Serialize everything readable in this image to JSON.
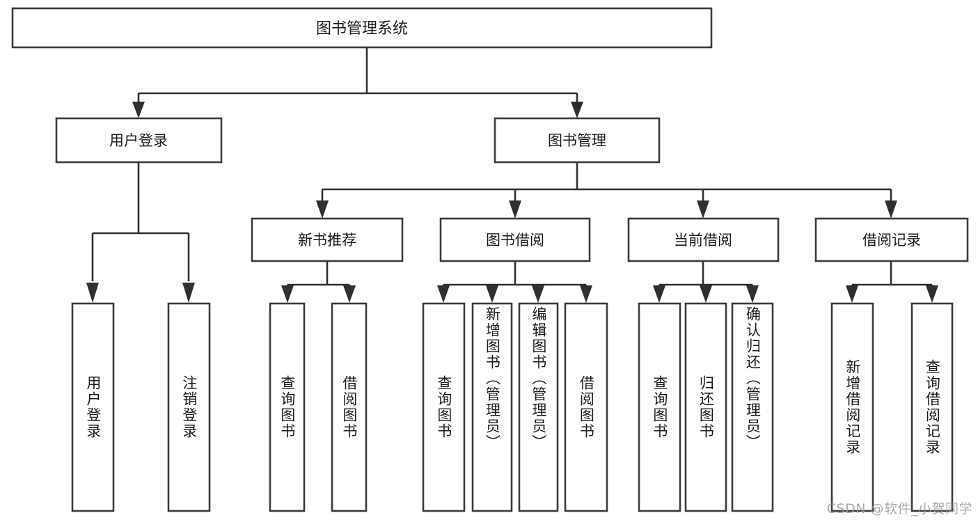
{
  "diagram": {
    "type": "tree",
    "title": "图书管理系统",
    "root": {
      "id": "root",
      "label": "图书管理系统"
    },
    "level2": [
      {
        "id": "user-login",
        "label": "用户登录"
      },
      {
        "id": "book-manage",
        "label": "图书管理"
      }
    ],
    "level3": [
      {
        "id": "new-book-rec",
        "label": "新书推荐",
        "parent": "book-manage"
      },
      {
        "id": "book-borrow",
        "label": "图书借阅",
        "parent": "book-manage"
      },
      {
        "id": "current-borrow",
        "label": "当前借阅",
        "parent": "book-manage"
      },
      {
        "id": "borrow-record",
        "label": "借阅记录",
        "parent": "book-manage"
      }
    ],
    "leaves": [
      {
        "id": "leaf-user-login",
        "label": "用户登录",
        "parent": "user-login"
      },
      {
        "id": "leaf-user-logout",
        "label": "注销登录",
        "parent": "user-login"
      },
      {
        "id": "leaf-query-book-1",
        "label": "查询图书",
        "parent": "new-book-rec"
      },
      {
        "id": "leaf-borrow-book-1",
        "label": "借阅图书",
        "parent": "new-book-rec"
      },
      {
        "id": "leaf-query-book-2",
        "label": "查询图书",
        "parent": "book-borrow"
      },
      {
        "id": "leaf-add-book",
        "label": "新增图书（管理员）",
        "parent": "book-borrow"
      },
      {
        "id": "leaf-edit-book",
        "label": "编辑图书（管理员）",
        "parent": "book-borrow"
      },
      {
        "id": "leaf-borrow-book-2",
        "label": "借阅图书",
        "parent": "book-borrow"
      },
      {
        "id": "leaf-query-book-3",
        "label": "查询图书",
        "parent": "current-borrow"
      },
      {
        "id": "leaf-return-book",
        "label": "归还图书",
        "parent": "current-borrow"
      },
      {
        "id": "leaf-confirm-return",
        "label": "确认归还（管理员）",
        "parent": "current-borrow"
      },
      {
        "id": "leaf-add-record",
        "label": "新增借阅记录",
        "parent": "borrow-record"
      },
      {
        "id": "leaf-query-record",
        "label": "查询借阅记录",
        "parent": "borrow-record"
      }
    ]
  },
  "watermark": {
    "text": "CSDN @软件_小贺同学"
  },
  "colors": {
    "box_stroke": "#3a3a3a",
    "connector": "#2f2f2f",
    "text": "#1b1b1b",
    "background": "#ffffff",
    "watermark": "#9a9a9a"
  }
}
